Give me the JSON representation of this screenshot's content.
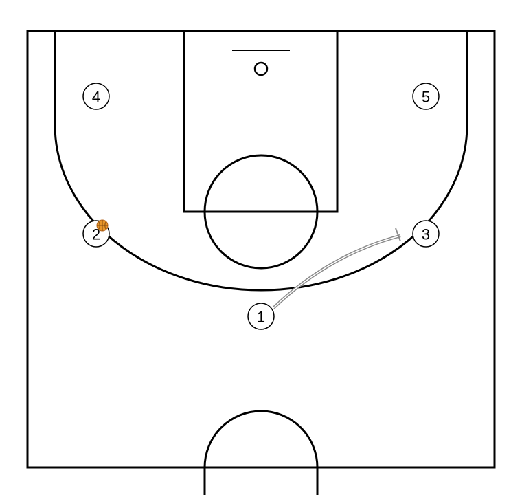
{
  "players": [
    {
      "id": "1",
      "label": "1"
    },
    {
      "id": "2",
      "label": "2"
    },
    {
      "id": "3",
      "label": "3"
    },
    {
      "id": "4",
      "label": "4"
    },
    {
      "id": "5",
      "label": "5"
    }
  ],
  "ball_holder": "2",
  "pass": {
    "from": "1",
    "to": "3"
  },
  "colors": {
    "court_line": "#000000",
    "pass_line": "#888888",
    "ball": "#E8962A"
  }
}
